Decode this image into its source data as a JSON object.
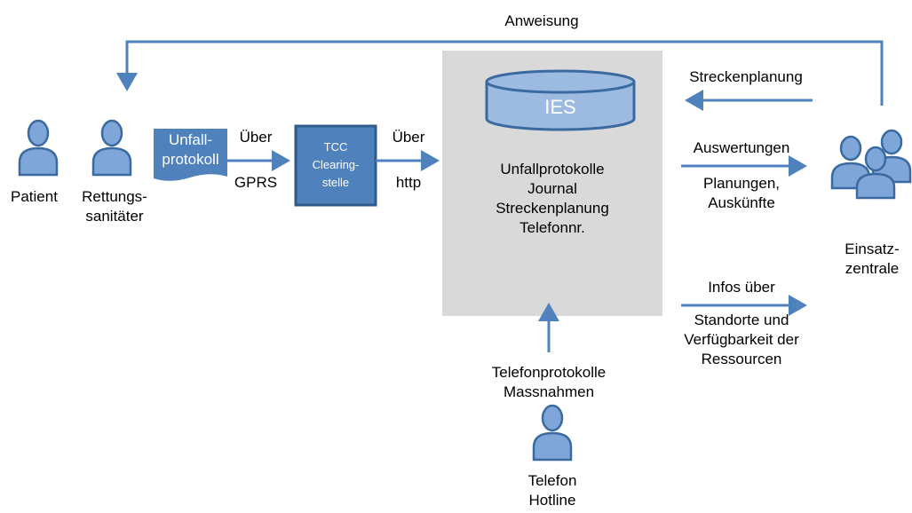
{
  "top_arrow_label": "Anweisung",
  "actors": {
    "patient": "Patient",
    "rettung_line1": "Rettungs-",
    "rettung_line2": "sanitäter",
    "einsatz_line1": "Einsatz-",
    "einsatz_line2": "zentrale",
    "hotline_line1": "Telefon",
    "hotline_line2": "Hotline"
  },
  "protocol_doc": {
    "line1": "Unfall-",
    "line2": "protokoll"
  },
  "link_gprs": {
    "line1": "Über",
    "line2": "GPRS"
  },
  "tcc_box": {
    "line1": "TCC",
    "line2": "Clearing-",
    "line3": "stelle"
  },
  "link_http": {
    "line1": "Über",
    "line2": "http"
  },
  "ies": {
    "db_label": "IES",
    "items": [
      "Unfallprotokolle",
      "Journal",
      "Streckenplanung",
      "Telefonnr."
    ]
  },
  "right_flows": {
    "streckenplanung": "Streckenplanung",
    "auswertungen": "Auswertungen",
    "planungen_line1": "Planungen,",
    "planungen_line2": "Auskünfte",
    "infos": "Infos über",
    "standorte_line1": "Standorte und",
    "standorte_line2": "Verfügbarkeit der",
    "standorte_line3": "Ressourcen"
  },
  "bottom_flow": {
    "line1": "Telefonprotokolle",
    "line2": "Massnahmen"
  },
  "colors": {
    "accent_blue": "#4f81bd",
    "dark_blue": "#3a6aa0",
    "person_fill": "#7ea6d8",
    "ies_panel": "#d9d9d9"
  }
}
